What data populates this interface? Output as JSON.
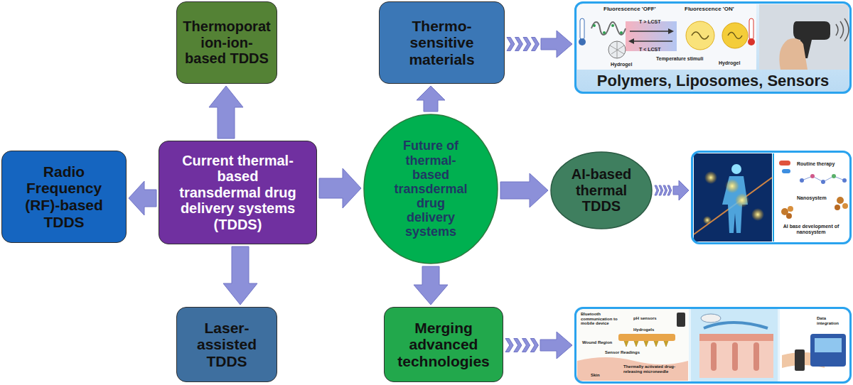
{
  "diagram": {
    "nodes": [
      {
        "text": [
          "Thermoporat ion-ion- based TDDS"
        ]
      },
      {
        "text": [
          "Thermo- sensitive materials"
        ]
      },
      {
        "text": [
          "Fluorescence 'OFF'",
          "Fluorescence 'ON'",
          "T > LCST",
          "T < LCST",
          "Hydrogel",
          "Temperature stimuli",
          "Hydrogel",
          "Polymers, Liposomes, Sensors"
        ]
      },
      {
        "text": [
          "Radio Frequency (RF)-based TDDS"
        ]
      },
      {
        "text": [
          "Current thermal- based transdermal drug delivery systems (TDDS)"
        ]
      },
      {
        "text": [
          "Future of thermal- based transdermal drug delivery systems"
        ]
      },
      {
        "text": [
          "AI-based thermal TDDS"
        ]
      },
      {
        "text": [
          "Routine therapy",
          "Nanosystem",
          "AI base development of nanosystem"
        ]
      },
      {
        "text": [
          "Laser- assisted TDDS"
        ]
      },
      {
        "text": [
          "Merging advanced technologies"
        ]
      },
      {
        "text": [
          "Bluetooth communication to mobile device",
          "pH sensors",
          "Hydrogels",
          "Wound Region",
          "Sensor Readings",
          "Skin",
          "Thermally activated drug-releasing microneedle",
          "Data integration"
        ]
      }
    ],
    "edges": [
      {
        "from": 4,
        "to": 0,
        "arrow": "to"
      },
      {
        "from": 4,
        "to": 3,
        "arrow": "to"
      },
      {
        "from": 4,
        "to": 8,
        "arrow": "to"
      },
      {
        "from": 4,
        "to": 5,
        "arrow": "to"
      },
      {
        "from": 5,
        "to": 1,
        "arrow": "to"
      },
      {
        "from": 5,
        "to": 6,
        "arrow": "to"
      },
      {
        "from": 5,
        "to": 9,
        "arrow": "to"
      },
      {
        "from": 1,
        "to": 2,
        "arrow": "to"
      },
      {
        "from": 6,
        "to": 7,
        "arrow": "to"
      },
      {
        "from": 9,
        "to": 10,
        "arrow": "to"
      }
    ]
  }
}
